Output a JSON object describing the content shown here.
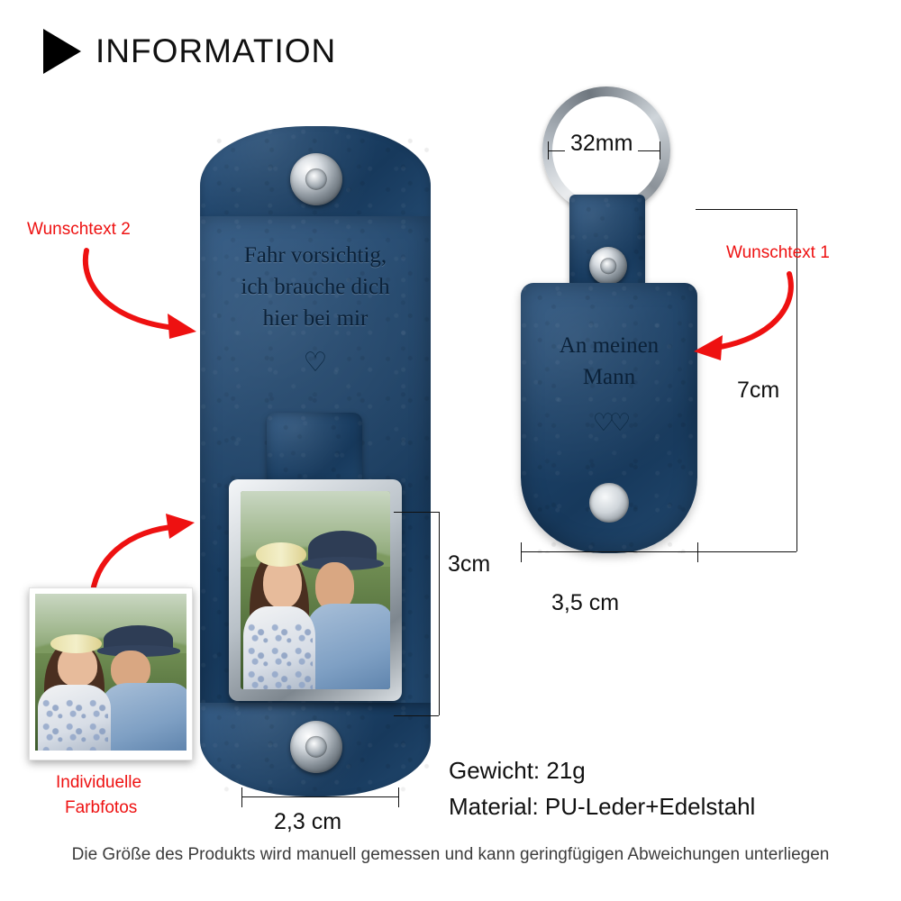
{
  "header": {
    "title": "INFORMATION",
    "icon": "play-triangle-icon"
  },
  "left_product": {
    "engraved_text": "Fahr vorsichtig,\nich brauche dich\nhier bei mir",
    "engraved_lines": [
      "Fahr vorsichtig,",
      "ich brauche dich",
      "hier bei mir"
    ],
    "heart_glyph": "♡",
    "photo_alt": "couple-photo"
  },
  "right_product": {
    "engraved_lines": [
      "An meinen",
      "Mann"
    ],
    "hearts_glyph": "♡♡"
  },
  "annotations": {
    "wunschtext_2": "Wunschtext 2",
    "wunschtext_1": "Wunschtext 1",
    "individuelle_farbfotos_line1": "Individuelle",
    "individuelle_farbfotos_line2": "Farbfotos"
  },
  "dimensions": {
    "ring_diameter": "32mm",
    "photo_height": "3cm",
    "tag_height": "7cm",
    "tag_width": "3,5 cm",
    "strap_width": "2,3 cm"
  },
  "specs": {
    "weight": "Gewicht: 21g",
    "material": "Material: PU-Leder+Edelstahl"
  },
  "footnote": "Die Größe des Produkts wird manuell gemessen und kann geringfügigen Abweichungen unterliegen",
  "colors": {
    "leather": "#1d4268",
    "accent_red": "#ee1111",
    "text": "#111111"
  }
}
